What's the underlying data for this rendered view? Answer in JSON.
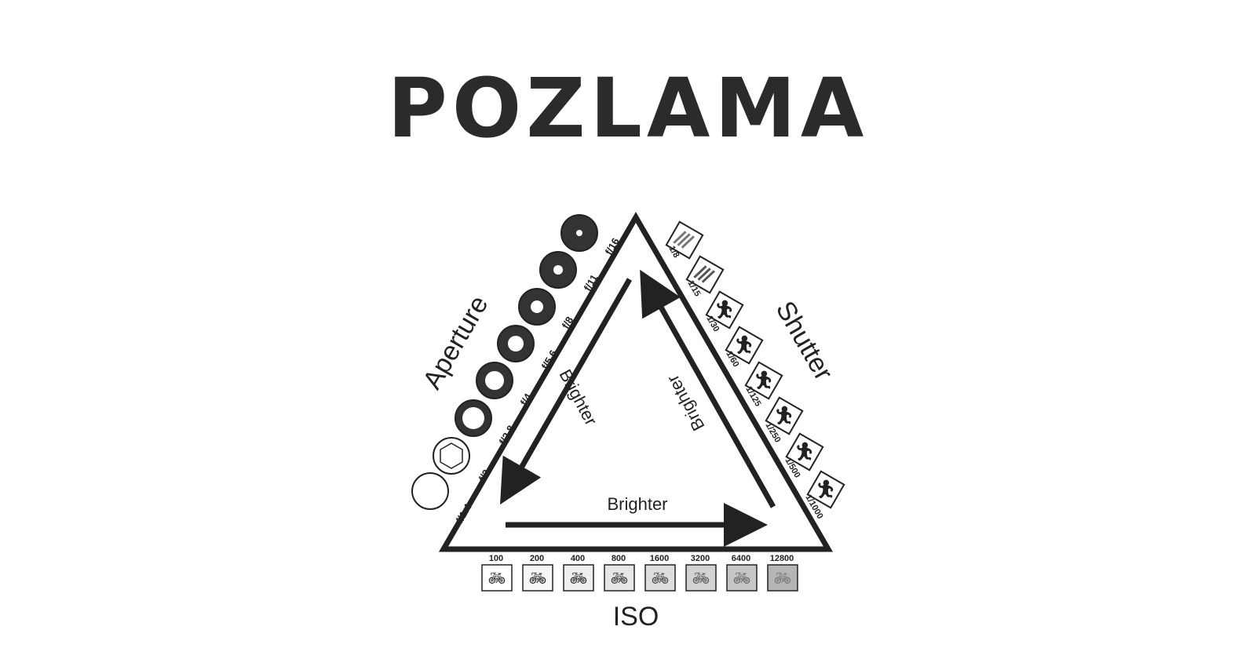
{
  "title": "POZLAMA",
  "aperture": {
    "label": "Aperture",
    "stops": [
      "f/1.4",
      "f/2",
      "f/2.8",
      "f/4",
      "f/5.6",
      "f/8",
      "f/11",
      "f/16"
    ]
  },
  "shutter": {
    "label": "Shutter",
    "speeds": [
      "1/8",
      "1/15",
      "1/30",
      "1/60",
      "1/125",
      "1/250",
      "1/500",
      "1/1000"
    ]
  },
  "iso": {
    "label": "ISO",
    "values": [
      "100",
      "200",
      "400",
      "800",
      "1600",
      "3200",
      "6400",
      "12800"
    ]
  },
  "arrows": {
    "left": "Brighter",
    "right": "Brighter",
    "bottom": "Brighter"
  },
  "icons": {
    "aperture": "aperture-blade-icon",
    "shutter": "running-figure-icon",
    "iso": "bicycle-icon"
  }
}
